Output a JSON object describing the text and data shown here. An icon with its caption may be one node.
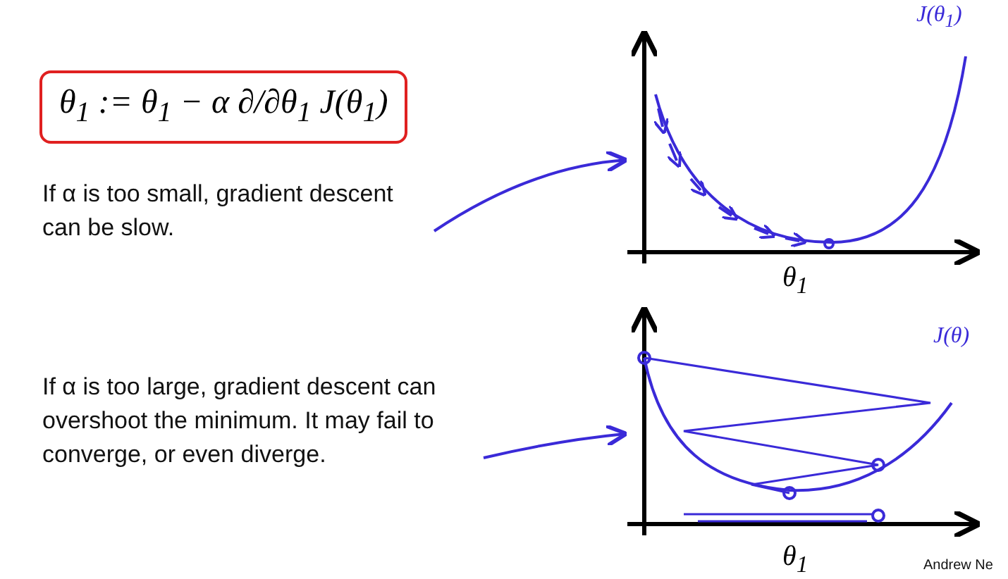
{
  "diagram": {
    "nodes": [
      {
        "text": [
          "θ$_{1}$ := θ$_{1}$ − α ∂/∂θ$_{1}$ J(θ$_{1}$)"
        ]
      },
      {
        "text": [
          "If α is too small, gradient descent can be slow."
        ]
      },
      {
        "text": [],
        "shape": "chart"
      },
      {
        "text": [
          "If α is too large, gradient descent can overshoot the minimum. It may fail to converge, or even diverge."
        ]
      },
      {
        "text": [],
        "shape": "chart"
      }
    ],
    "edges": [
      {
        "from": 1,
        "to": 2,
        "arrow": "to"
      },
      {
        "from": 3,
        "to": 4,
        "arrow": "to"
      }
    ],
    "labels": [
      "J(θ$_{1}$)",
      "θ$_{1}$",
      "J(θ)",
      "θ$_{1}$",
      "Andrew Ne"
    ]
  }
}
